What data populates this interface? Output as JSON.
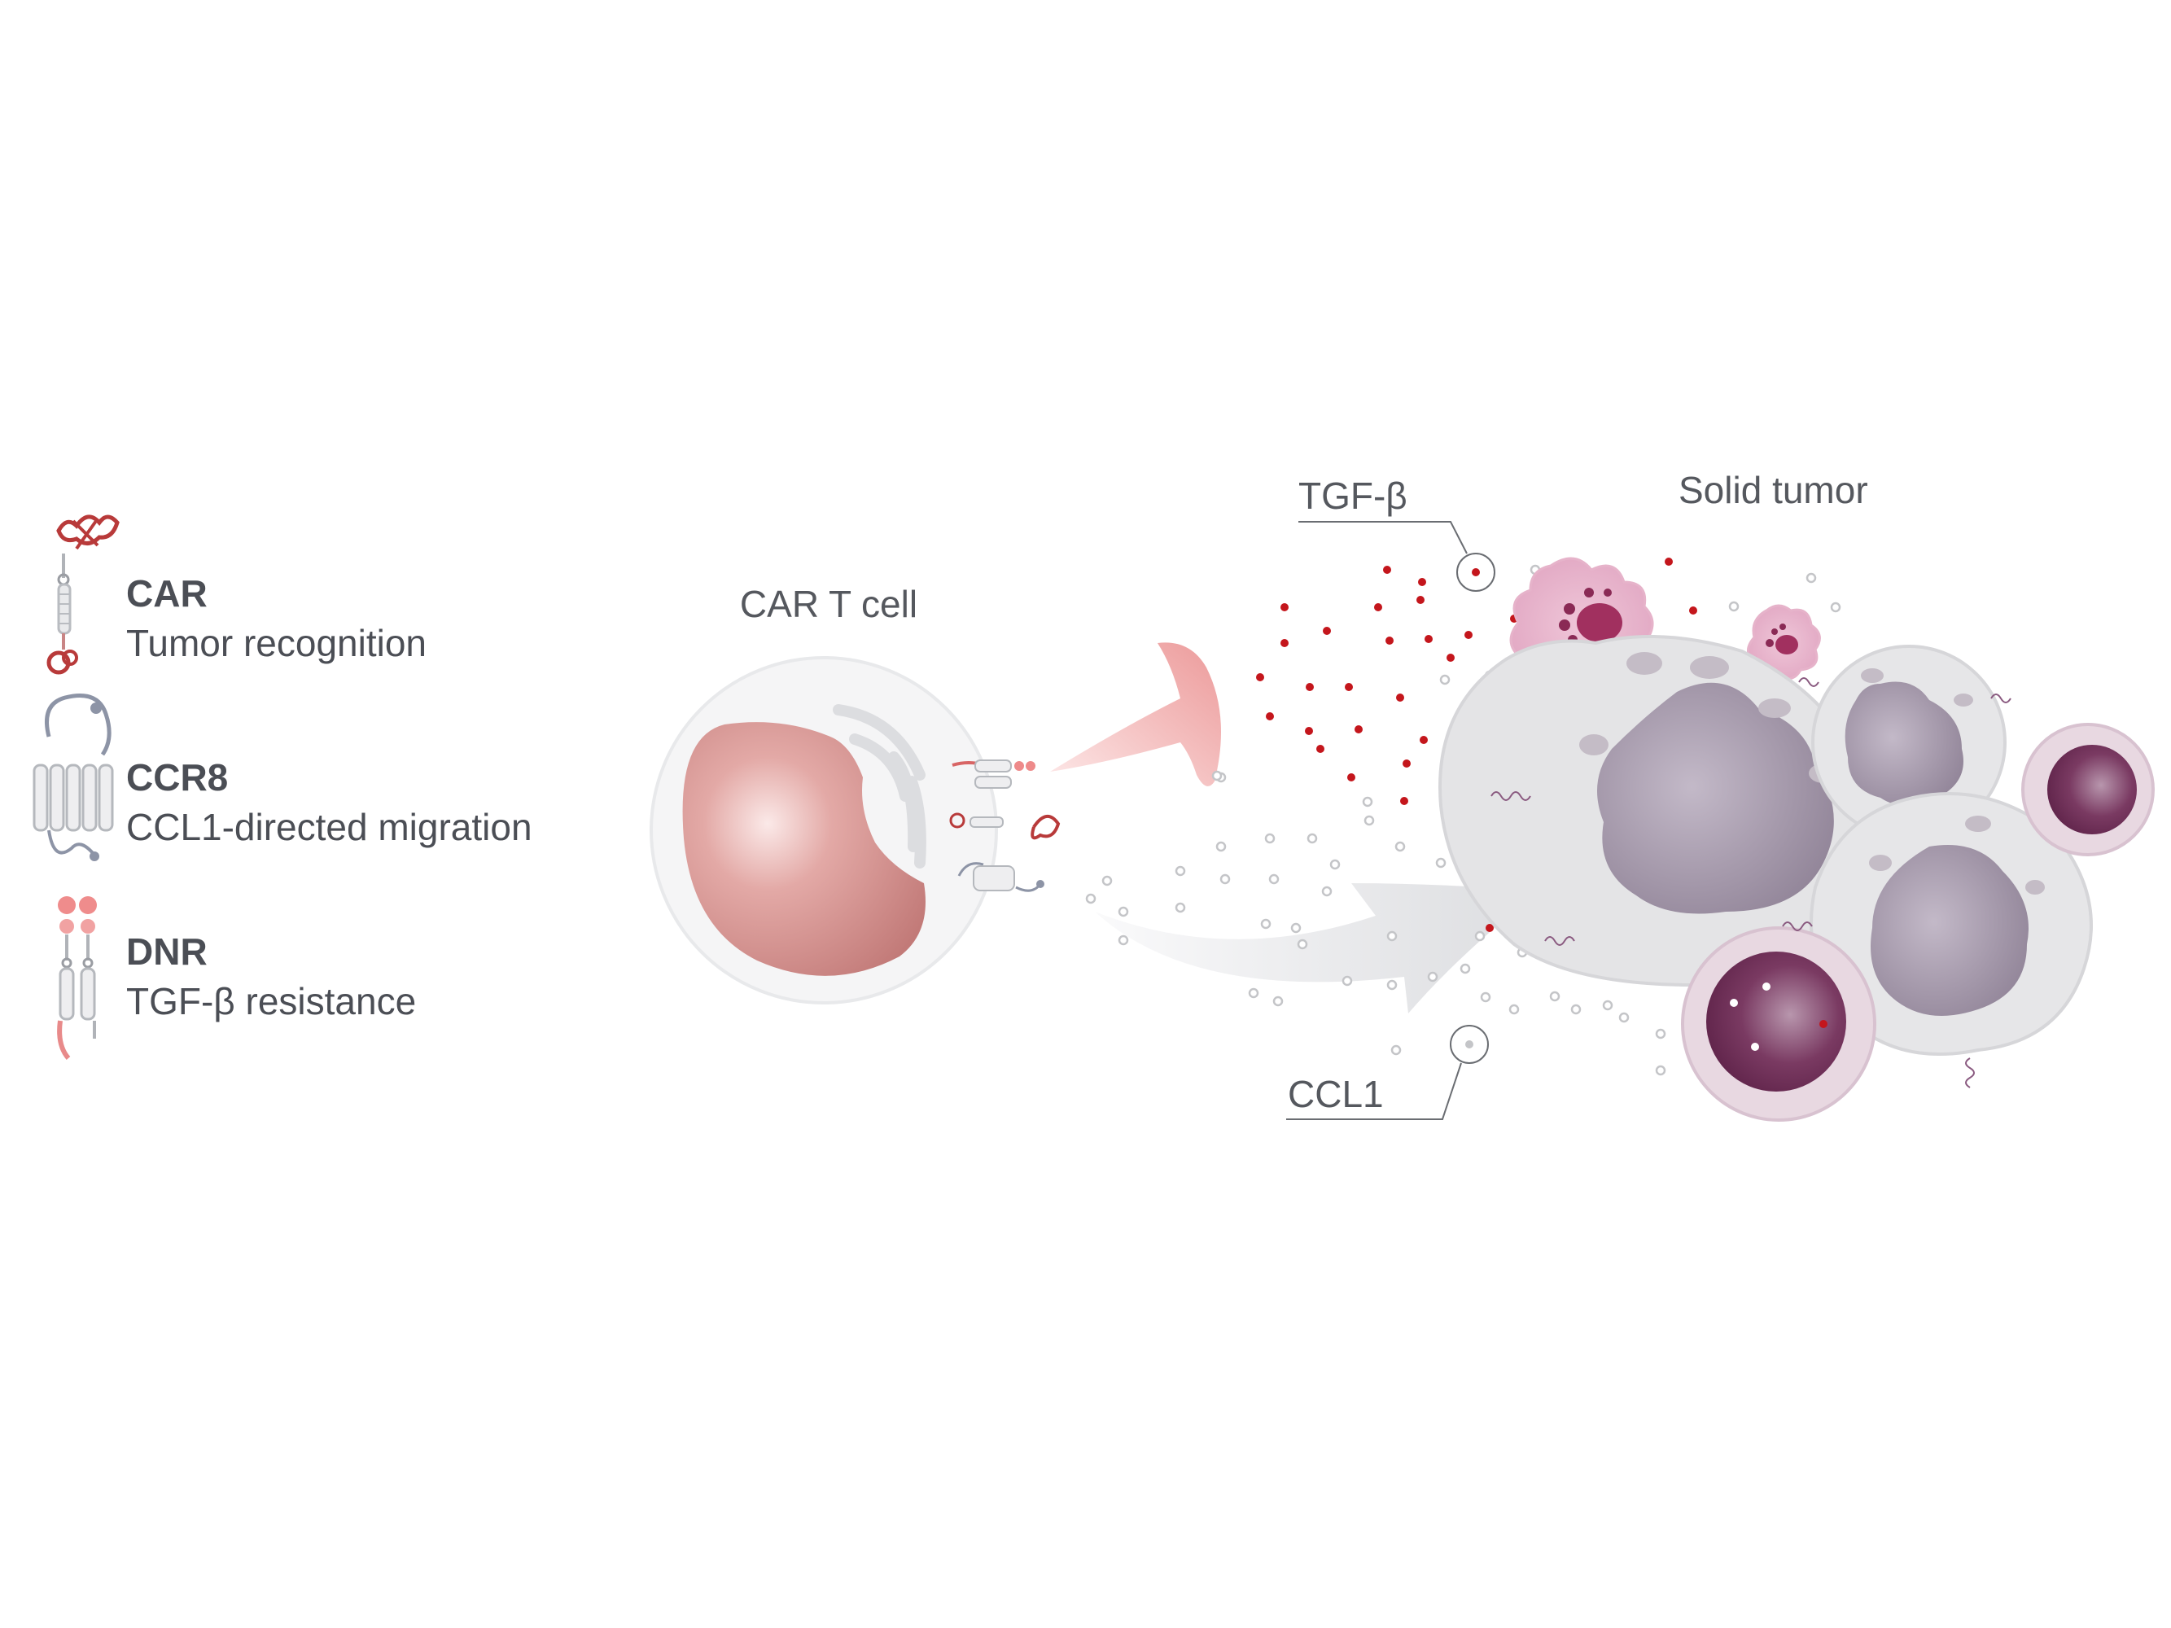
{
  "legend": {
    "items": [
      {
        "title": "CAR",
        "description": "Tumor recognition",
        "icon": "car-receptor-icon"
      },
      {
        "title": "CCR8",
        "description": "CCL1-directed migration",
        "icon": "ccr8-receptor-icon"
      },
      {
        "title": "DNR",
        "description": "TGF-β resistance",
        "icon": "dnr-receptor-icon"
      }
    ]
  },
  "labels": {
    "car_t_cell": "CAR T cell",
    "tgf_beta": "TGF-β",
    "ccl1": "CCL1",
    "solid_tumor": "Solid tumor"
  },
  "colors": {
    "text": "#4b4e55",
    "tgf_dot": "#c4161c",
    "ccl1_dot": "#c4c5c8",
    "nucleus": "#d48e8c",
    "tumor_nucleus": "#9a8d9e",
    "pink_arrow": "#f0a4a4"
  }
}
